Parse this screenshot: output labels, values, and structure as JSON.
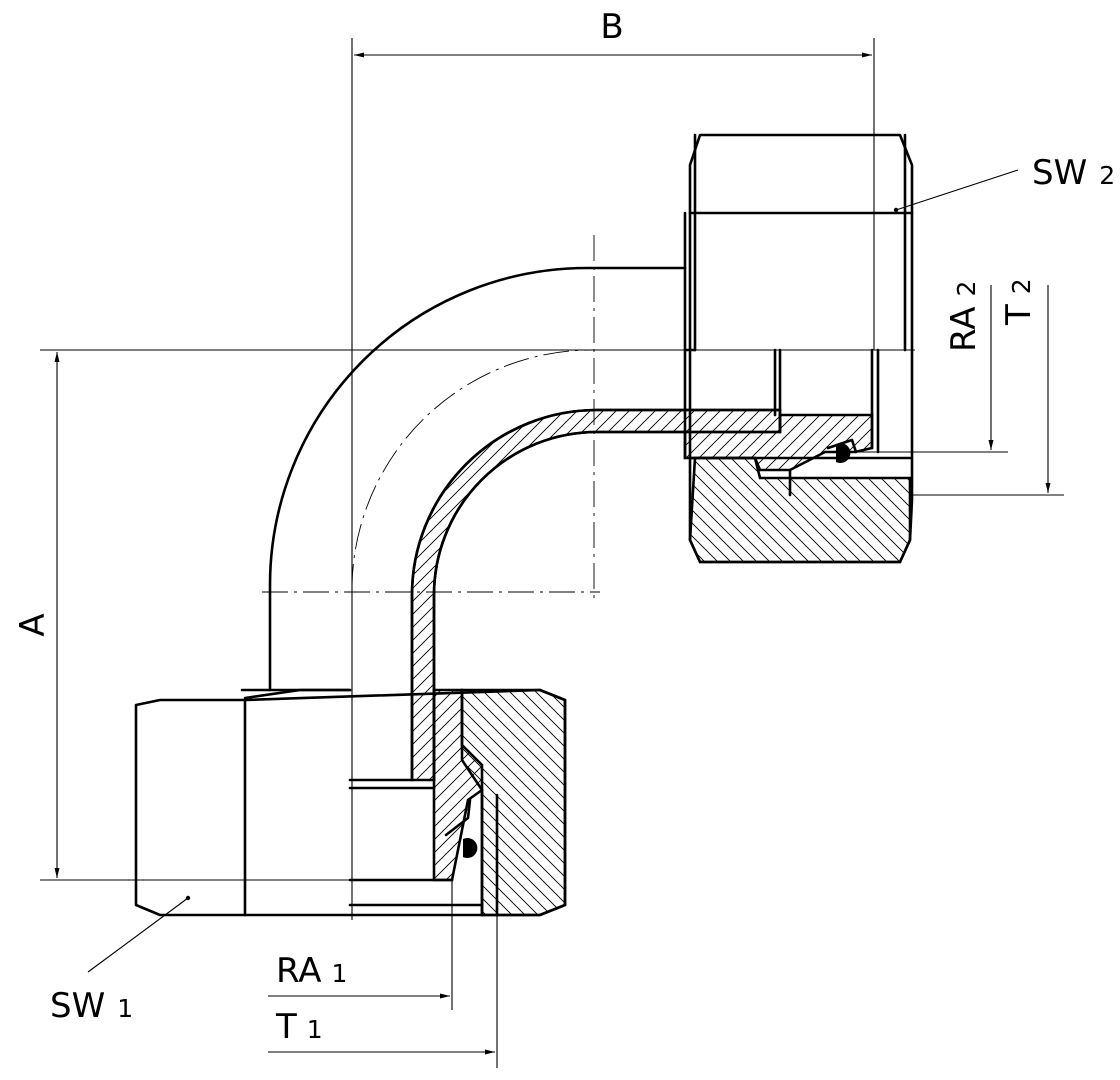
{
  "labels": {
    "dim_a": "A",
    "dim_b": "B",
    "sw1_main": "SW",
    "sw1_sub": "1",
    "sw2_main": "SW",
    "sw2_sub": "2",
    "ra1_main": "RA",
    "ra1_sub": "1",
    "t1_main": "T",
    "t1_sub": "1",
    "ra2_main": "RA",
    "ra2_sub": "2",
    "t2_main": "T",
    "t2_sub": "2"
  }
}
